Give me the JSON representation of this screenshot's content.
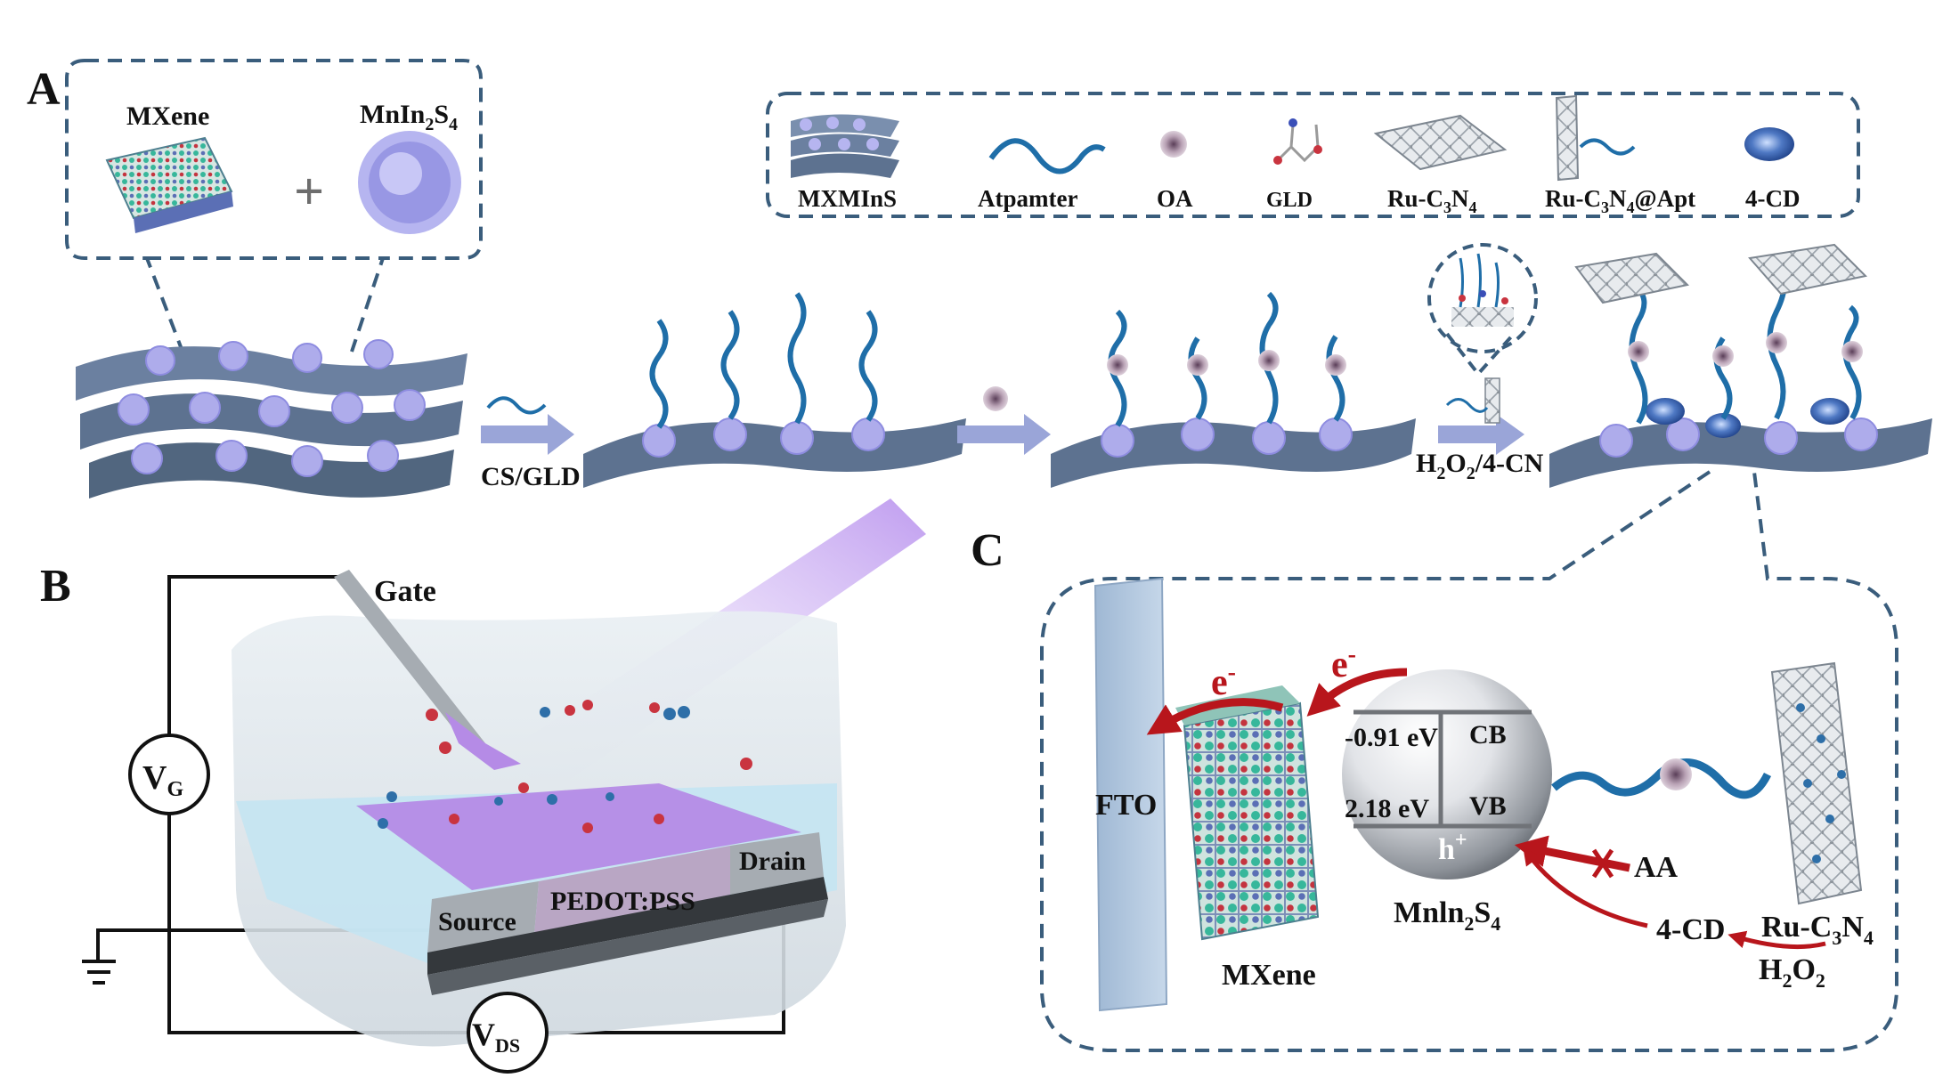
{
  "panels": {
    "a": "A",
    "b": "B",
    "c": "C"
  },
  "panel_a": {
    "inset_left": "MXene",
    "inset_right_main": "MnIn",
    "inset_right_sub1": "2",
    "inset_right_mid": "S",
    "inset_right_sub2": "4",
    "plus": "+",
    "step1": "CS/GLD",
    "step3_a": "H",
    "step3_s1": "2",
    "step3_b": "O",
    "step3_s2": "2",
    "step3_c": "/4-CN"
  },
  "legend": {
    "mxmins": "MXMInS",
    "aptamer": "Atpamter",
    "oa": "OA",
    "gld": "GLD",
    "ruc3n4_a": "Ru-C",
    "ruc3n4_s1": "3",
    "ruc3n4_b": "N",
    "ruc3n4_s2": "4",
    "ruapt_a": "Ru-C",
    "ruapt_s1": "3",
    "ruapt_b": "N",
    "ruapt_s2": "4",
    "ruapt_c": "@Apt",
    "cd": "4-CD"
  },
  "panel_b": {
    "gate": "Gate",
    "source": "Source",
    "pedot": "PEDOT:PSS",
    "drain": "Drain",
    "vg_main": "V",
    "vg_sub": "G",
    "vds_main": "V",
    "vds_sub": "DS"
  },
  "panel_c": {
    "fto": "FTO",
    "e1": "e",
    "e1_sup": "-",
    "e2": "e",
    "e2_sup": "-",
    "cb_energy": "-0.91 eV",
    "vb_energy": "2.18 eV",
    "cb": "CB",
    "vb": "VB",
    "hole": "h",
    "hole_sup": "+",
    "aa": "AA",
    "mxene": "MXene",
    "mnins_a": "Mnln",
    "mnins_s1": "2",
    "mnins_b": "S",
    "mnins_s2": "4",
    "ruc3n4_a": "Ru-C",
    "ruc3n4_s1": "3",
    "ruc3n4_b": "N",
    "ruc3n4_s2": "4",
    "cd": "4-CD",
    "h2o2_a": "H",
    "h2o2_s1": "2",
    "h2o2_b": "O",
    "h2o2_s2": "2"
  },
  "colors": {
    "dash": "#3a5d7c",
    "sheet": "#5d7290",
    "flower": "#a9a6ea",
    "aptamer": "#1f6ea8",
    "arrow_blue": "#9aa5d8",
    "arrow_red": "#b8161c",
    "purple": "#b58be6",
    "gel": "#c4e4f2"
  }
}
